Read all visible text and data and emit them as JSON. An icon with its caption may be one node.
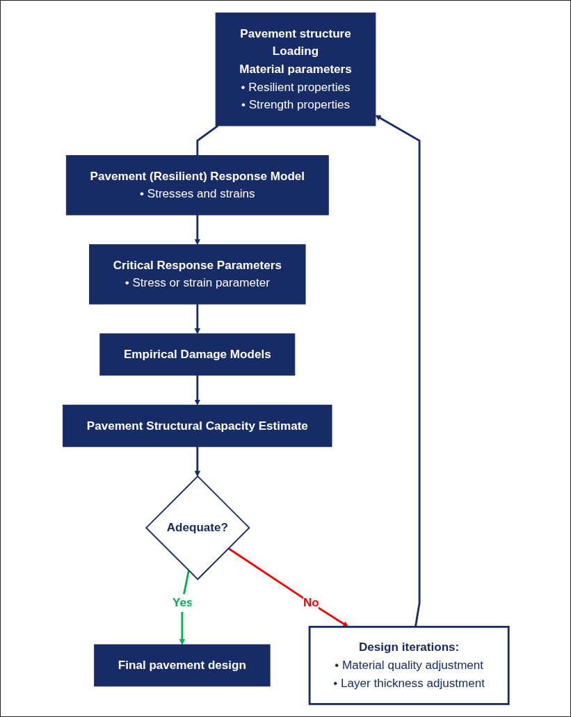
{
  "diagram": {
    "nodes": [
      {
        "text": [
          "Pavement structure",
          "Loading",
          "Material parameters",
          "• Resilient properties",
          "• Strength properties"
        ]
      },
      {
        "text": [
          "Pavement (Resilient) Response Model",
          "• Stresses and strains"
        ]
      },
      {
        "text": [
          "Critical Response Parameters",
          "• Stress or strain parameter"
        ]
      },
      {
        "text": [
          "Empirical Damage Models"
        ]
      },
      {
        "text": [
          "Pavement Structural Capacity Estimate"
        ]
      },
      {
        "text": [
          "Adequate?"
        ]
      },
      {
        "text": [
          "Final pavement design"
        ]
      },
      {
        "text": [
          "Design iterations:",
          "• Material quality adjustment",
          "• Layer thickness adjustment"
        ]
      }
    ],
    "edges": [
      {
        "from": 0,
        "to": 1,
        "arrow": "none"
      },
      {
        "from": 1,
        "to": 2,
        "arrow": "to"
      },
      {
        "from": 2,
        "to": 3,
        "arrow": "to"
      },
      {
        "from": 3,
        "to": 4,
        "arrow": "to"
      },
      {
        "from": 4,
        "to": 5,
        "arrow": "to"
      },
      {
        "from": 5,
        "to": 6,
        "arrow": "to",
        "label": "Yes",
        "color": "#00b050"
      },
      {
        "from": 5,
        "to": 7,
        "arrow": "to",
        "label": "No",
        "color": "#ff0000"
      },
      {
        "from": 7,
        "to": 0,
        "arrow": "to"
      }
    ]
  }
}
